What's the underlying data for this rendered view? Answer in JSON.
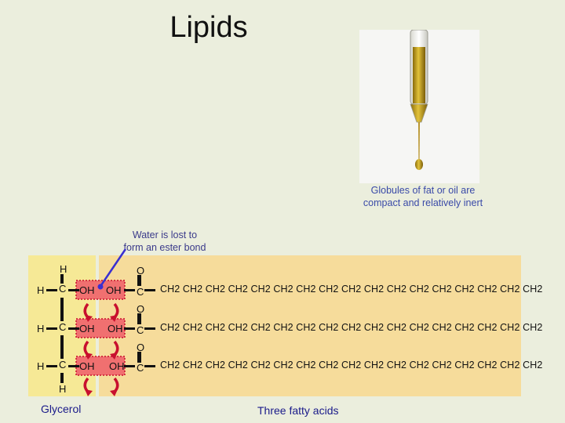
{
  "title": "Lipids",
  "photo_caption_line1": "Globules of fat or oil are",
  "photo_caption_line2": "compact and relatively inert",
  "water_note_line1": "Water is lost to",
  "water_note_line2": "form an ester bond",
  "glycerol": {
    "h_top": "H",
    "h_bottom": "H",
    "h_left_1": "H",
    "h_left_2": "H",
    "h_left_3": "H",
    "c_1": "C",
    "c_2": "C",
    "c_3": "C",
    "oh_1": "OH",
    "oh_2": "OH",
    "oh_3": "OH",
    "label": "Glycerol"
  },
  "fatty_acids": {
    "o_1": "O",
    "o_2": "O",
    "o_3": "O",
    "oh_1": "OH",
    "oh_2": "OH",
    "oh_3": "OH",
    "c_1": "C",
    "c_2": "C",
    "c_3": "C",
    "chain_1": "CH2 CH2 CH2 CH2 CH2 CH2 CH2 CH2 CH2 CH2 CH2 CH2 CH2 CH2 CH2 CH2 CH2",
    "chain_2": "CH2 CH2 CH2 CH2 CH2 CH2 CH2 CH2 CH2 CH2 CH2 CH2 CH2 CH2 CH2 CH2 CH2",
    "chain_3": "CH2 CH2 CH2 CH2 CH2 CH2 CH2 CH2 CH2 CH2 CH2 CH2 CH2 CH2 CH2 CH2 CH2",
    "label": "Three fatty acids"
  },
  "colors": {
    "background": "#ebeedd",
    "glycerol_panel": "#f6e996",
    "fatty_panel": "#f6dc9b",
    "water_highlight": "#f07070",
    "arrow_red": "#c8102e",
    "pointer_blue": "#3a2fd0",
    "text_blue": "#3a4aa8",
    "oil": "#c9a623"
  }
}
